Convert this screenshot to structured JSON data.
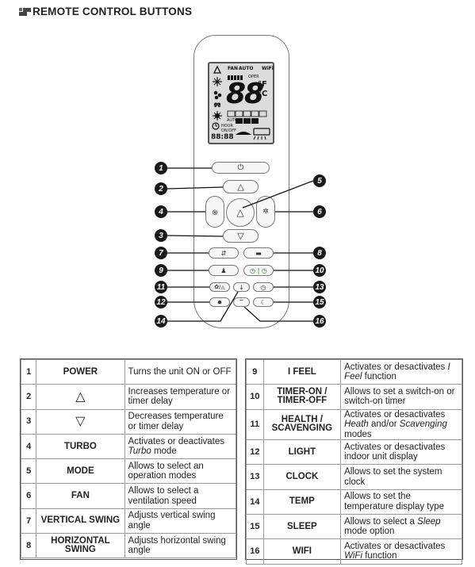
{
  "header": {
    "title": "REMOTE CONTROL BUTTONS"
  },
  "lcd": {
    "fan_label": "FAN",
    "auto_label": "AUTO",
    "wifi_label": "WiFi",
    "oper_label": "OPER",
    "temp_digits": "88",
    "unit_f": "°F",
    "unit_c": "°C",
    "hour_label": "HOUR",
    "on_off_label": "ON/OFF",
    "time_digits": "88:88",
    "auto_small": "AUTO"
  },
  "buttons": {
    "power": "⏻",
    "up": "△",
    "down": "▽",
    "center": "△",
    "turbo": "֍",
    "fan": "✲",
    "vswing": "⇵",
    "hswing": "▬",
    "ifeel": "♟",
    "timer": "◷ | ◷",
    "health": "✿/◬",
    "temp": "↓",
    "clock": "◷",
    "light": "✹",
    "wifi": "⌔",
    "sleep": "☾"
  },
  "callouts": [
    "1",
    "2",
    "3",
    "4",
    "5",
    "6",
    "7",
    "8",
    "9",
    "10",
    "11",
    "12",
    "13",
    "14",
    "15",
    "16"
  ],
  "left_table": [
    {
      "num": "1",
      "name": "POWER",
      "desc_parts": [
        {
          "t": "Turns the unit ON or OFF",
          "i": false
        }
      ]
    },
    {
      "num": "2",
      "name": "△",
      "desc_parts": [
        {
          "t": "Increases temperature or timer delay",
          "i": false
        }
      ]
    },
    {
      "num": "3",
      "name": "▽",
      "desc_parts": [
        {
          "t": "Decreases temperature or timer delay",
          "i": false
        }
      ]
    },
    {
      "num": "4",
      "name": "TURBO",
      "desc_parts": [
        {
          "t": "Activates or deactivates ",
          "i": false
        },
        {
          "t": "Turbo",
          "i": true
        },
        {
          "t": " mode",
          "i": false
        }
      ]
    },
    {
      "num": "5",
      "name": "MODE",
      "desc_parts": [
        {
          "t": "Allows to select an operation modes",
          "i": false
        }
      ]
    },
    {
      "num": "6",
      "name": "FAN",
      "desc_parts": [
        {
          "t": "Allows to select a ventilation speed",
          "i": false
        }
      ]
    },
    {
      "num": "7",
      "name": "VERTICAL SWING",
      "desc_parts": [
        {
          "t": "Adjusts vertical swing angle",
          "i": false
        }
      ]
    },
    {
      "num": "8",
      "name": "HORIZONTAL SWING",
      "desc_parts": [
        {
          "t": "Adjusts horizontal swing angle",
          "i": false
        }
      ]
    }
  ],
  "right_table": [
    {
      "num": "9",
      "name": "I FEEL",
      "desc_parts": [
        {
          "t": "Activates or desactivates ",
          "i": false
        },
        {
          "t": "I Feel",
          "i": true
        },
        {
          "t": " function",
          "i": false
        }
      ]
    },
    {
      "num": "10",
      "name": "TIMER-ON / TIMER-OFF",
      "desc_parts": [
        {
          "t": "Allows to set a switch-on or switch-on timer",
          "i": false
        }
      ]
    },
    {
      "num": "11",
      "name": "HEALTH / SCAVENGING",
      "desc_parts": [
        {
          "t": "Activates or desactivates ",
          "i": false
        },
        {
          "t": "Heath",
          "i": true
        },
        {
          "t": " and/or ",
          "i": false
        },
        {
          "t": "Scavenging",
          "i": true
        },
        {
          "t": " modes",
          "i": false
        }
      ]
    },
    {
      "num": "12",
      "name": "LIGHT",
      "desc_parts": [
        {
          "t": "Activates or desactivates indoor unit display",
          "i": false
        }
      ]
    },
    {
      "num": "13",
      "name": "CLOCK",
      "desc_parts": [
        {
          "t": "Allows to set the system clock",
          "i": false
        }
      ]
    },
    {
      "num": "14",
      "name": "TEMP",
      "desc_parts": [
        {
          "t": "Allows to set the temperature display type",
          "i": false
        }
      ]
    },
    {
      "num": "15",
      "name": "SLEEP",
      "desc_parts": [
        {
          "t": "Allows to select a ",
          "i": false
        },
        {
          "t": "Sleep",
          "i": true
        },
        {
          "t": " mode option",
          "i": false
        }
      ]
    },
    {
      "num": "16",
      "name": "WIFI",
      "desc_parts": [
        {
          "t": "Activates or desactivates ",
          "i": false
        },
        {
          "t": "WiFi",
          "i": true
        },
        {
          "t": " function",
          "i": false
        }
      ]
    }
  ]
}
